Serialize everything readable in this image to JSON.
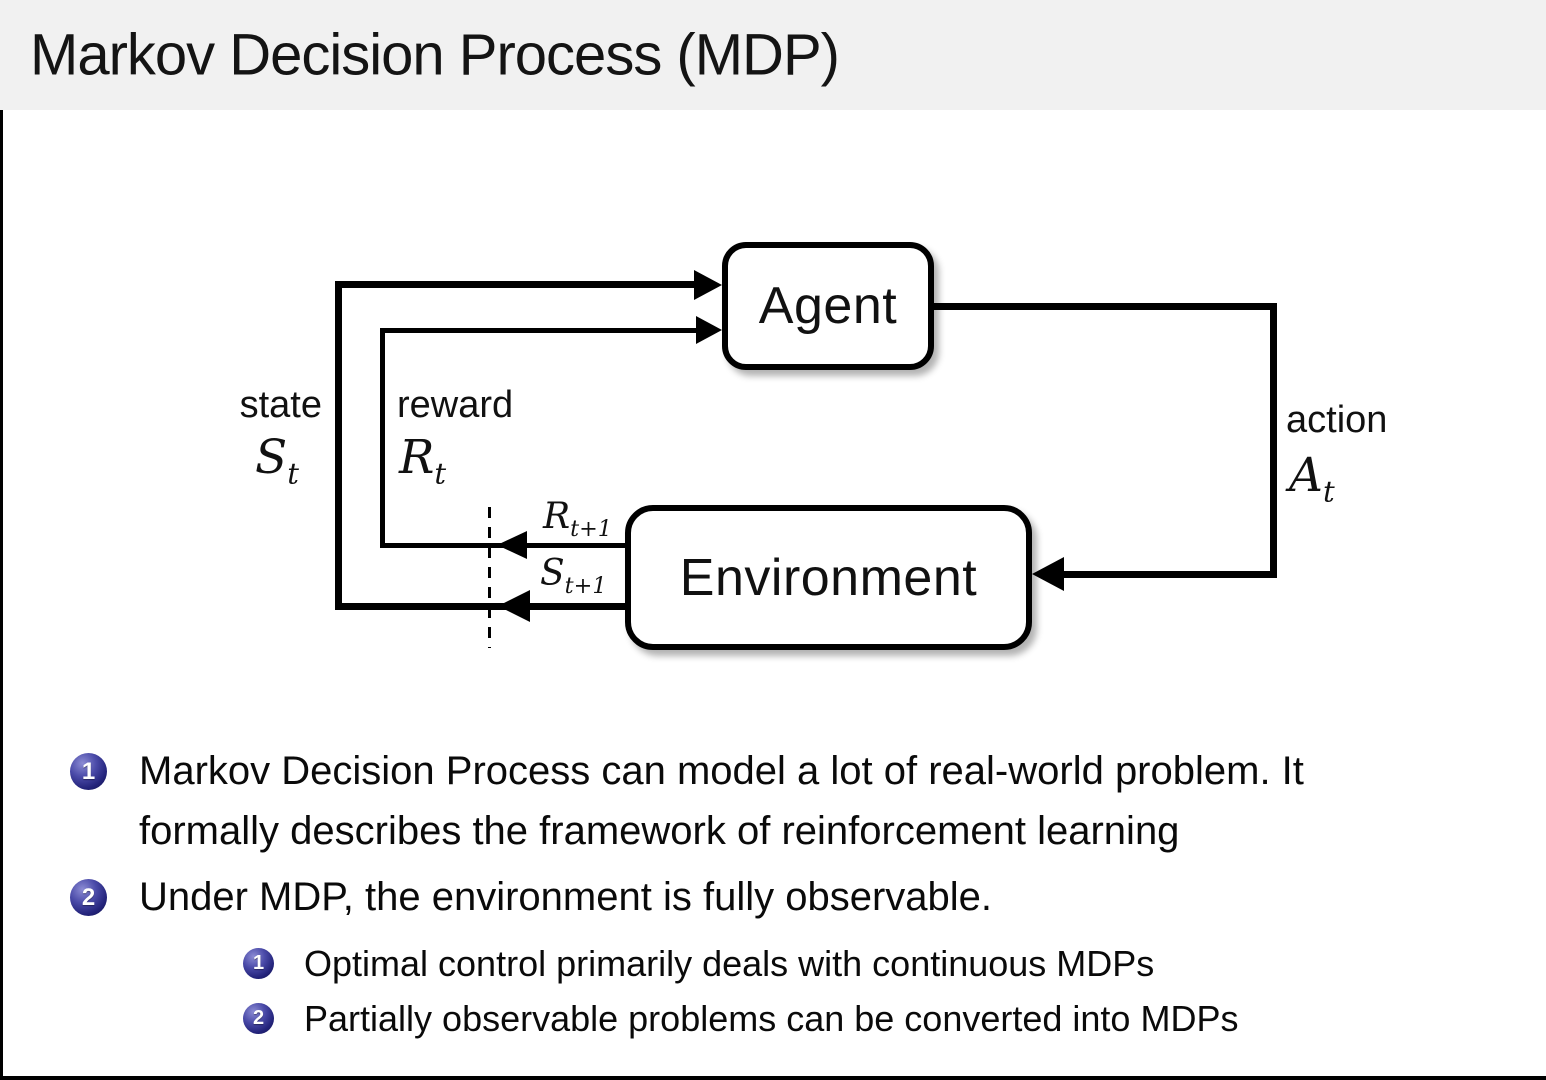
{
  "title": "Markov Decision Process (MDP)",
  "diagram": {
    "agent_label": "Agent",
    "environment_label": "Environment",
    "labels": {
      "state": "state",
      "reward": "reward",
      "action": "action"
    },
    "symbols": {
      "state": {
        "base": "S",
        "sub": "t"
      },
      "reward": {
        "base": "R",
        "sub": "t"
      },
      "action": {
        "base": "A",
        "sub": "t"
      },
      "next_reward": {
        "base": "R",
        "sub": "t+1"
      },
      "next_state": {
        "base": "S",
        "sub": "t+1"
      }
    }
  },
  "bullets": [
    {
      "number": "1",
      "lines": [
        "Markov Decision Process can model a lot of real-world problem. It",
        "formally describes the framework of reinforcement learning"
      ]
    },
    {
      "number": "2",
      "lines": [
        "Under MDP, the environment is fully observable."
      ],
      "sub_bullets": [
        {
          "number": "1",
          "text": "Optimal control primarily deals with continuous MDPs"
        },
        {
          "number": "2",
          "text": "Partially observable problems can be converted into MDPs"
        }
      ]
    }
  ],
  "colors": {
    "title_bar_bg": "#f1f1f1",
    "bullet_ball": "#28287d",
    "diagram_line": "#000000"
  }
}
